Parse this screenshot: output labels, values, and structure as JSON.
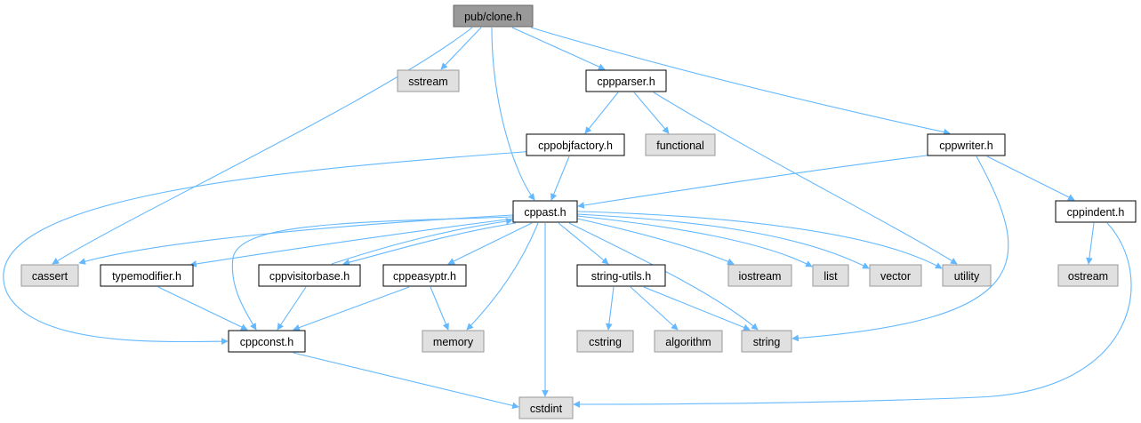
{
  "diagram": {
    "colors": {
      "edge": "#63b8ff",
      "root_fill": "#999999",
      "root_stroke": "#666666",
      "documented_fill": "#ffffff",
      "documented_stroke": "#000000",
      "external_fill": "#e0e0e0",
      "external_stroke": "#999999"
    },
    "nodes": [
      {
        "id": "clone",
        "label": "pub/clone.h",
        "kind": "root"
      },
      {
        "id": "sstream",
        "label": "sstream",
        "kind": "external"
      },
      {
        "id": "cppparser",
        "label": "cppparser.h",
        "kind": "documented"
      },
      {
        "id": "cppobjfactory",
        "label": "cppobjfactory.h",
        "kind": "documented"
      },
      {
        "id": "functional",
        "label": "functional",
        "kind": "external"
      },
      {
        "id": "cppwriter",
        "label": "cppwriter.h",
        "kind": "documented"
      },
      {
        "id": "cppast",
        "label": "cppast.h",
        "kind": "documented"
      },
      {
        "id": "cppindent",
        "label": "cppindent.h",
        "kind": "documented"
      },
      {
        "id": "cassert",
        "label": "cassert",
        "kind": "external"
      },
      {
        "id": "typemodifier",
        "label": "typemodifier.h",
        "kind": "documented"
      },
      {
        "id": "cppvisitorbase",
        "label": "cppvisitorbase.h",
        "kind": "documented"
      },
      {
        "id": "cppeasyptr",
        "label": "cppeasyptr.h",
        "kind": "documented"
      },
      {
        "id": "stringutils",
        "label": "string-utils.h",
        "kind": "documented"
      },
      {
        "id": "iostream",
        "label": "iostream",
        "kind": "external"
      },
      {
        "id": "list",
        "label": "list",
        "kind": "external"
      },
      {
        "id": "vector",
        "label": "vector",
        "kind": "external"
      },
      {
        "id": "utility",
        "label": "utility",
        "kind": "external"
      },
      {
        "id": "ostream",
        "label": "ostream",
        "kind": "external"
      },
      {
        "id": "cppconst",
        "label": "cppconst.h",
        "kind": "documented"
      },
      {
        "id": "memory",
        "label": "memory",
        "kind": "external"
      },
      {
        "id": "cstring",
        "label": "cstring",
        "kind": "external"
      },
      {
        "id": "algorithm",
        "label": "algorithm",
        "kind": "external"
      },
      {
        "id": "string",
        "label": "string",
        "kind": "external"
      },
      {
        "id": "cstdint",
        "label": "cstdint",
        "kind": "external"
      }
    ],
    "edges": [
      {
        "from": "clone",
        "to": "cassert"
      },
      {
        "from": "clone",
        "to": "sstream"
      },
      {
        "from": "clone",
        "to": "cppast"
      },
      {
        "from": "clone",
        "to": "cppparser"
      },
      {
        "from": "clone",
        "to": "cppwriter"
      },
      {
        "from": "cppparser",
        "to": "cppobjfactory"
      },
      {
        "from": "cppparser",
        "to": "functional"
      },
      {
        "from": "cppparser",
        "to": "utility"
      },
      {
        "from": "cppobjfactory",
        "to": "cppast"
      },
      {
        "from": "cppobjfactory",
        "to": "cppconst"
      },
      {
        "from": "cppwriter",
        "to": "cppast"
      },
      {
        "from": "cppwriter",
        "to": "cppindent"
      },
      {
        "from": "cppwriter",
        "to": "string"
      },
      {
        "from": "cppindent",
        "to": "ostream"
      },
      {
        "from": "cppindent",
        "to": "cstdint"
      },
      {
        "from": "cppast",
        "to": "cassert"
      },
      {
        "from": "cppast",
        "to": "typemodifier"
      },
      {
        "from": "cppast",
        "to": "cppconst"
      },
      {
        "from": "cppast",
        "to": "cppvisitorbase"
      },
      {
        "from": "cppvisitorbase",
        "to": "cppast"
      },
      {
        "from": "cppast",
        "to": "cppeasyptr"
      },
      {
        "from": "cppast",
        "to": "memory"
      },
      {
        "from": "cppast",
        "to": "cstdint"
      },
      {
        "from": "cppast",
        "to": "stringutils"
      },
      {
        "from": "cppast",
        "to": "string"
      },
      {
        "from": "cppast",
        "to": "iostream"
      },
      {
        "from": "cppast",
        "to": "list"
      },
      {
        "from": "cppast",
        "to": "vector"
      },
      {
        "from": "cppast",
        "to": "utility"
      },
      {
        "from": "typemodifier",
        "to": "cppconst"
      },
      {
        "from": "cppvisitorbase",
        "to": "cppconst"
      },
      {
        "from": "cppeasyptr",
        "to": "cppconst"
      },
      {
        "from": "cppeasyptr",
        "to": "memory"
      },
      {
        "from": "stringutils",
        "to": "cstring"
      },
      {
        "from": "stringutils",
        "to": "algorithm"
      },
      {
        "from": "stringutils",
        "to": "string"
      },
      {
        "from": "cppconst",
        "to": "cstdint"
      }
    ]
  }
}
